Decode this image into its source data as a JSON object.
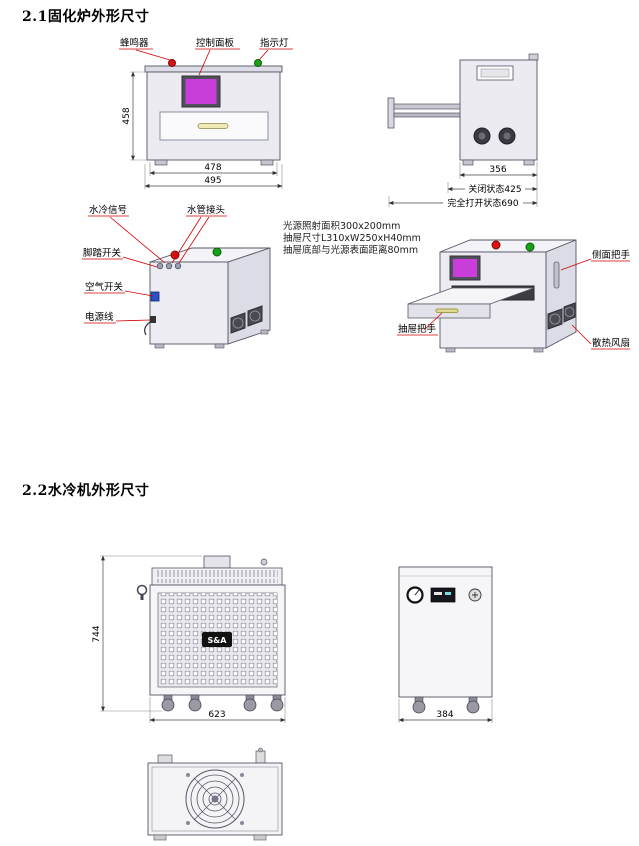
{
  "doc": {
    "section1_title": "2.1固化炉外形尺寸",
    "section2_title": "2.2水冷机外形尺寸"
  },
  "oven_front": {
    "buzzer": "蜂鸣器",
    "control_panel": "控制面板",
    "indicator": "指示灯",
    "height": "458",
    "width_inner": "478",
    "width_outer": "495"
  },
  "oven_side": {
    "depth": "356",
    "closed": "关闭状态425",
    "open": "完全打开状态690"
  },
  "oven_iso_left": {
    "water_signal": "水冷信号",
    "pipe_joint": "水管接头",
    "foot_switch": "脚踏开关",
    "air_switch": "空气开关",
    "power_cord": "电源线"
  },
  "notes": {
    "line1": "光源照射面积300x200mm",
    "line2": "抽屉尺寸L310xW250xH40mm",
    "line3": "抽屉底部与光源表面距离80mm"
  },
  "oven_iso_right": {
    "side_handle": "侧面把手",
    "drawer_handle": "抽屉把手",
    "cooling_fan": "散热风扇"
  },
  "chiller_front": {
    "height": "744",
    "width": "623",
    "logo": "S&A"
  },
  "chiller_side": {
    "width": "384"
  }
}
